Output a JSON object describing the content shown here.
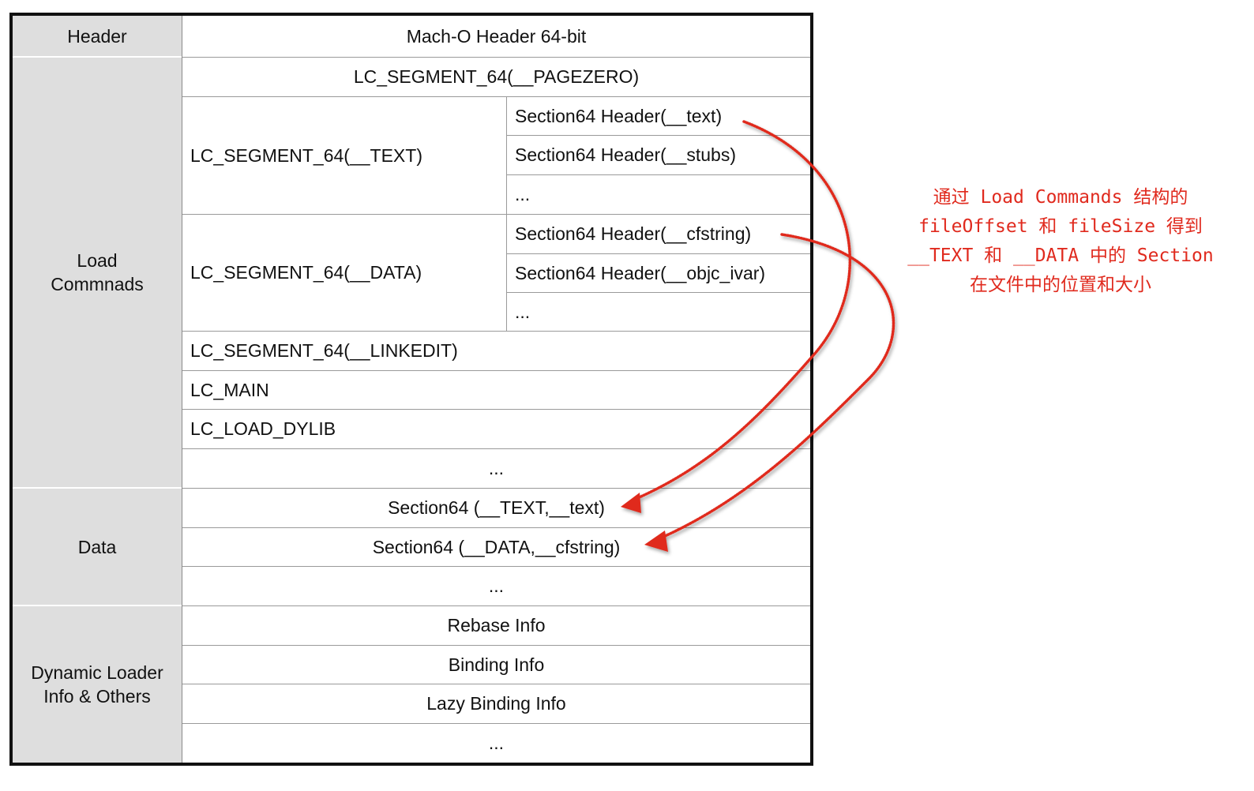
{
  "left_labels": {
    "header": "Header",
    "load_commands_line1": "Load",
    "load_commands_line2": "Commnads",
    "data": "Data",
    "dyld_line1": "Dynamic Loader",
    "dyld_line2": "Info & Others"
  },
  "rows": {
    "mach_header": "Mach-O Header 64-bit",
    "lc_pagezero": "LC_SEGMENT_64(__PAGEZERO)",
    "lc_text": "LC_SEGMENT_64(__TEXT)",
    "text_sections": [
      "Section64 Header(__text)",
      "Section64 Header(__stubs)",
      "..."
    ],
    "lc_data": "LC_SEGMENT_64(__DATA)",
    "data_sections": [
      "Section64 Header(__cfstring)",
      "Section64 Header(__objc_ivar)",
      "..."
    ],
    "lc_linkedit": "LC_SEGMENT_64(__LINKEDIT)",
    "lc_main": "LC_MAIN",
    "lc_load_dylib": "LC_LOAD_DYLIB",
    "lc_more": "...",
    "data_text": "Section64 (__TEXT,__text)",
    "data_cfstring": "Section64 (__DATA,__cfstring)",
    "data_more": "...",
    "rebase": "Rebase Info",
    "binding": "Binding Info",
    "lazy_binding": "Lazy Binding Info",
    "dyld_more": "..."
  },
  "annotation": {
    "line1": "通过 Load Commands 结构的",
    "line2": "fileOffset 和 fileSize 得到",
    "line3": "__TEXT 和 __DATA 中的 Section",
    "line4": "在文件中的位置和大小",
    "color": "#e02a1e"
  },
  "colors": {
    "border": "#111111",
    "left_fill": "#dedede",
    "arrow": "#e02a1e"
  }
}
